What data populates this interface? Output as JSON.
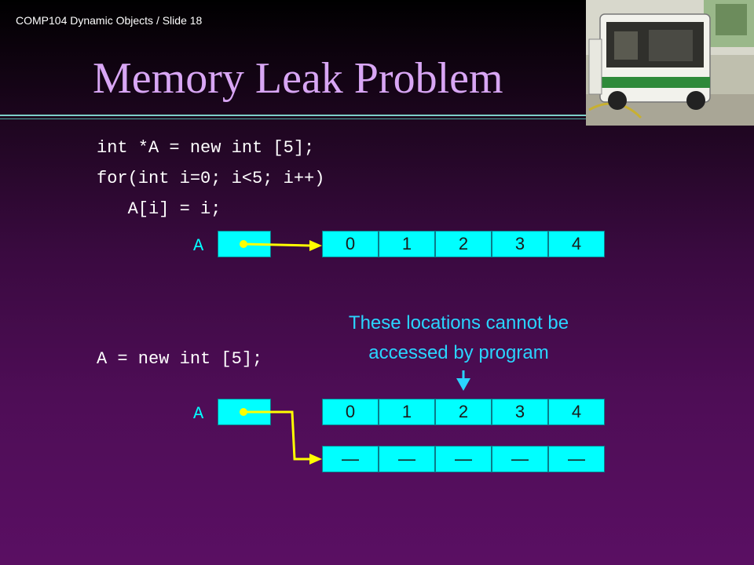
{
  "header": {
    "text": "COMP104 Dynamic Objects / Slide 18"
  },
  "title": "Memory Leak Problem",
  "code": {
    "line1": "int *A = new int [5];",
    "line2": "for(int i=0; i<5; i++)",
    "line3": "   A[i] = i;",
    "line4": "A = new int [5];"
  },
  "diagram1": {
    "pointer_label": "A",
    "cells": [
      "0",
      "1",
      "2",
      "3",
      "4"
    ]
  },
  "diagram2": {
    "pointer_label": "A",
    "old_cells": [
      "0",
      "1",
      "2",
      "3",
      "4"
    ],
    "new_cells": [
      "—",
      "—",
      "—",
      "—",
      "—"
    ]
  },
  "annotation": {
    "line1": "These locations cannot be",
    "line2": "accessed by program"
  },
  "colors": {
    "cell_fill": "#00ffff",
    "arrow": "#ffff00",
    "title": "#d8a6f4",
    "annotation": "#2ad4ff"
  },
  "photo": {
    "icon": "bus-photo"
  }
}
